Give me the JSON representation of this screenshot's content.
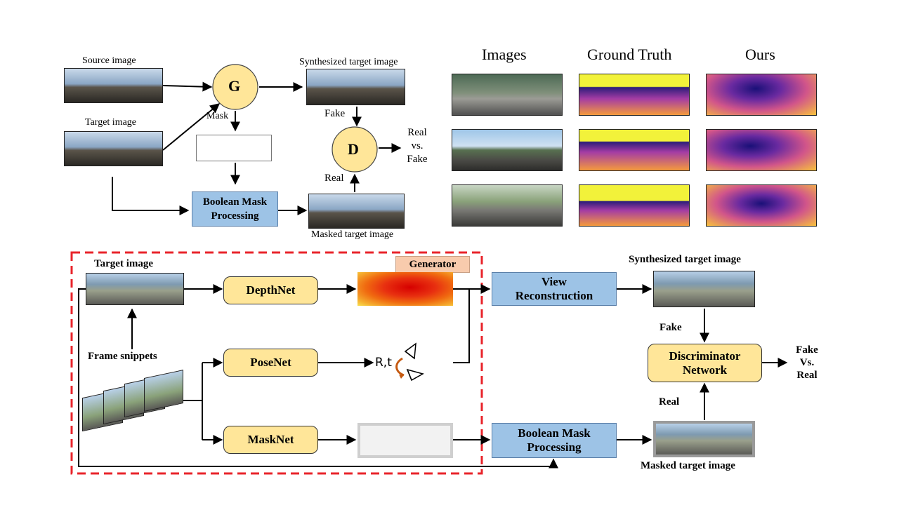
{
  "top_left": {
    "source_image_label": "Source image",
    "target_image_label": "Target image",
    "g_label": "G",
    "mask_label": "Mask",
    "synth_label": "Synthesized target image",
    "fake_label": "Fake",
    "d_label": "D",
    "real_vs_fake": [
      "Real",
      "vs.",
      "Fake"
    ],
    "real_label": "Real",
    "boolean_box": [
      "Boolean Mask",
      "Processing"
    ],
    "masked_label": "Masked target image"
  },
  "top_right": {
    "headers": [
      "Images",
      "Ground Truth",
      "Ours"
    ]
  },
  "bottom": {
    "target_image_label": "Target image",
    "generator_tag": "Generator",
    "depthnet": "DepthNet",
    "posenet": "PoseNet",
    "masknet": "MaskNet",
    "rt_label": "R,t",
    "frame_snippets_label": "Frame snippets",
    "view_recon": [
      "View",
      "Reconstruction"
    ],
    "boolean_box": [
      "Boolean Mask",
      "Processing"
    ],
    "synth_label": "Synthesized target image",
    "fake_label": "Fake",
    "discriminator": [
      "Discriminator",
      "Network"
    ],
    "fake_vs_real": [
      "Fake",
      "Vs.",
      "Real"
    ],
    "real_label": "Real",
    "masked_label": "Masked target image"
  },
  "colors": {
    "box_yellow": "#ffe699",
    "box_blue": "#9dc3e6",
    "generator_tag": "#f8cbad",
    "dashed_red": "#e8242b"
  }
}
